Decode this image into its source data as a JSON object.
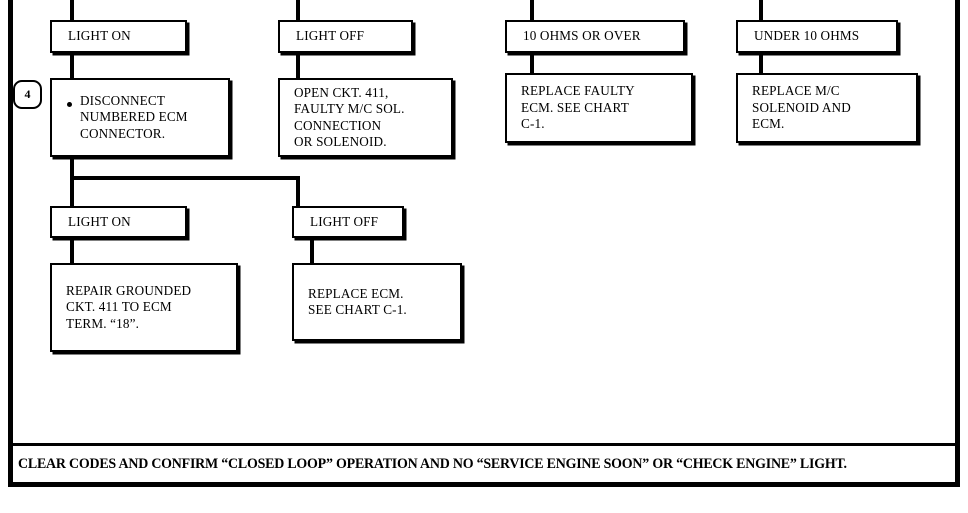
{
  "document": {
    "type": "automotive-diagnostic-flow-chart",
    "step_marker": "4"
  },
  "frame": {
    "border_color": "#000000"
  },
  "nodes": {
    "col1_header": {
      "label": "LIGHT ON"
    },
    "col1_action": {
      "label": "DISCONNECT\nNUMBERED ECM\nCONNECTOR.",
      "bullet": "•"
    },
    "col2_header": {
      "label": "LIGHT OFF"
    },
    "col2_result": {
      "label": "OPEN CKT. 411,\nFAULTY M/C SOL.\nCONNECTION\nOR SOLENOID."
    },
    "col3_header": {
      "label": "10 OHMS OR OVER"
    },
    "col3_result": {
      "label": "REPLACE FAULTY\nECM. SEE CHART\nC-1."
    },
    "col4_header": {
      "label": "UNDER 10 OHMS"
    },
    "col4_result": {
      "label": "REPLACE M/C\nSOLENOID AND\nECM."
    },
    "row2_col1_header": {
      "label": "LIGHT ON"
    },
    "row2_col1_result": {
      "label": "REPAIR GROUNDED\nCKT. 411 TO ECM\nTERM. “18”."
    },
    "row2_col2_header": {
      "label": "LIGHT OFF"
    },
    "row2_col2_result": {
      "label": "REPLACE ECM.\nSEE CHART C-1."
    }
  },
  "footer": {
    "text": "CLEAR CODES AND CONFIRM “CLOSED LOOP” OPERATION AND NO “SERVICE ENGINE SOON” OR “CHECK ENGINE” LIGHT."
  }
}
